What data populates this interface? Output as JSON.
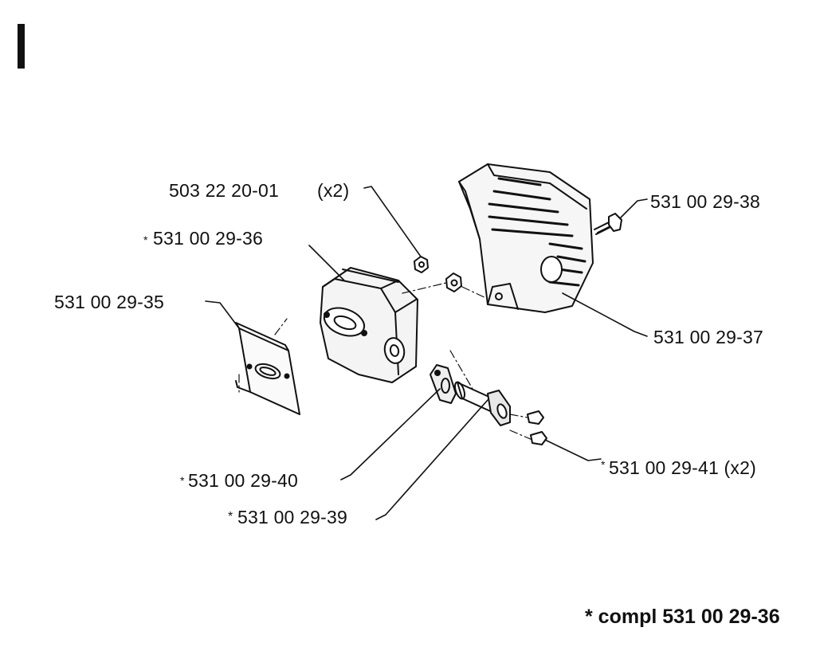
{
  "section": {
    "marker": "I"
  },
  "labels": {
    "p503_22_20_01": "503 22 20-01",
    "p503_qty": "(x2)",
    "p36": "531 00 29-36",
    "p36_mark": "*",
    "p35": "531 00 29-35",
    "p38": "531 00 29-38",
    "p37": "531 00 29-37",
    "p40": "531 00 29-40",
    "p40_mark": "*",
    "p39": "531 00 29-39",
    "p39_mark": "*",
    "p41": "531 00 29-41 (x2)",
    "p41_mark": "*"
  },
  "footer": {
    "note": "* compl 531 00 29-36"
  }
}
